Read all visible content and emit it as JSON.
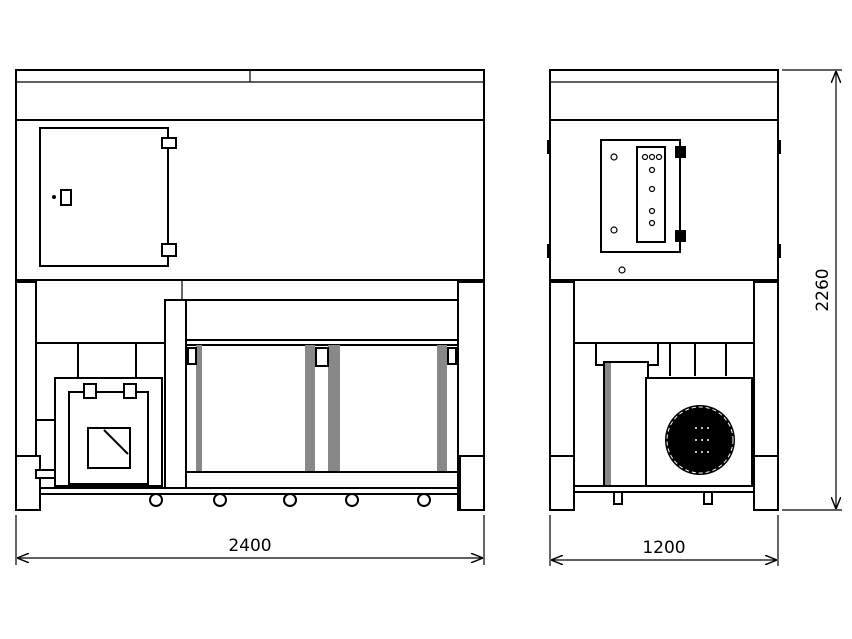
{
  "drawing": {
    "front_view": {
      "width_dimension": "2400"
    },
    "side_view": {
      "width_dimension": "1200",
      "height_dimension": "2260"
    }
  }
}
